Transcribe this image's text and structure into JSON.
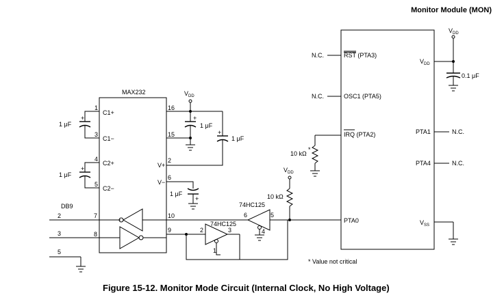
{
  "header": {
    "module_title": "Monitor Module (MON)"
  },
  "caption": "Figure 15-12. Monitor Mode Circuit (Internal Clock, No High Voltage)",
  "footnote": "* Value not critical",
  "supply_label": "V",
  "supply_sub": "DD",
  "vss_label": "V",
  "vss_sub": "SS",
  "max232": {
    "name": "MAX232",
    "pins_left": [
      {
        "num": "1",
        "label": "C1+"
      },
      {
        "num": "3",
        "label": "C1−"
      },
      {
        "num": "4",
        "label": "C2+"
      },
      {
        "num": "5",
        "label": "C2−"
      },
      {
        "num": "7",
        "label": ""
      },
      {
        "num": "8",
        "label": ""
      }
    ],
    "pins_right": [
      {
        "num": "16",
        "label": ""
      },
      {
        "num": "15",
        "label": ""
      },
      {
        "num": "2",
        "label": "V+"
      },
      {
        "num": "6",
        "label": "V−"
      },
      {
        "num": "10",
        "label": ""
      },
      {
        "num": "9",
        "label": ""
      }
    ]
  },
  "mcu": {
    "pins_left": [
      "RST (PTA3)",
      "OSC1 (PTA5)",
      "IRQ (PTA2)",
      "PTA0"
    ],
    "rst_overbar": "RST",
    "rst_rest": " (PTA3)",
    "osc_label": "OSC1 (PTA5)",
    "irq_overbar": "IRQ",
    "irq_rest": " (PTA2)",
    "pta0": "PTA0",
    "pta1": "PTA1",
    "pta4": "PTA4"
  },
  "nc": "N.C.",
  "components": {
    "cap_1uf": "1 μF",
    "cap_01uf": "0.1 μF",
    "res_irq": "10 kΩ",
    "res_irq_star": "*",
    "res_pta0": "10 kΩ",
    "buffer_name": "74HC125"
  },
  "db9": {
    "name": "DB9",
    "pins": [
      "2",
      "3",
      "5"
    ]
  },
  "buffer_pins": {
    "upper_in": "5",
    "upper_out": "6",
    "upper_en": "4",
    "lower_in": "2",
    "lower_out": "3",
    "lower_en": "1"
  },
  "plus": "+"
}
